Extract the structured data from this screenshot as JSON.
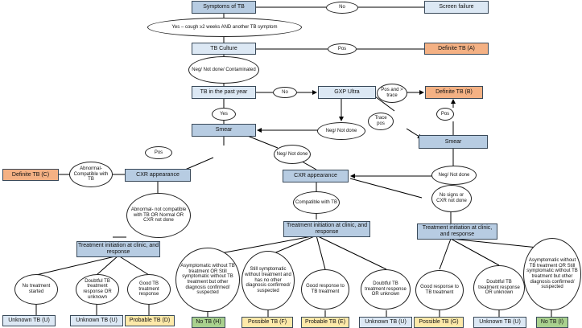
{
  "nodes": {
    "symptoms": "Symptoms of TB",
    "no_top": "No",
    "screen_failure": "Screen failure",
    "yes_cough": "Yes – cough ≥2 weeks AND another TB symptom",
    "tb_culture": "TB Culture",
    "pos_culture": "Pos",
    "definite_a": "Definite TB (A)",
    "neg_culture": "Neg/ Not done/ Contaminated",
    "tb_past_year": "TB in the past year",
    "no_mid": "No",
    "gxp_ultra": "GXP Ultra",
    "pos_trace": "Pos and > trace",
    "definite_b": "Definite TB (B)",
    "yes_mid": "Yes",
    "trace_pos": "Trace pos",
    "pos_small": "Pos",
    "neg_gxp": "Neg/ Not done",
    "smear_left": "Smear",
    "smear_right": "Smear",
    "pos_smear": "Pos",
    "neg_smear": "Neg/ Not done",
    "neg_smear_right": "Neg/ Not done",
    "definite_c": "Definite TB (C)",
    "abnormal_compat": "Abnormal- Compatible with TB",
    "cxr_left": "CXR appearance",
    "cxr_mid": "CXR appearance",
    "abnormal_not": "Abnormal- not compatible with TB OR Normal OR CXR not done",
    "compatible": "Compatible with TB",
    "no_signs": "No signs or CXR not done",
    "tx_left": "Treatment initiation at clinic, and response",
    "tx_mid": "Treatment initiation at clinic, and response",
    "tx_right": "Treatment initiation at clinic, and response",
    "no_treatment": "No treatment started",
    "doubtful_left": "Doubtful TB treatment response OR unknown",
    "good_left": "Good TB treatment response",
    "asymp_mid": "Asymptomatic without TB treatment OR Still symptomatic without TB treatment but other diagnosis confirmed/ suspected",
    "still_symp": "Still symptomatic without treatment and has no other diagnosis confirmed/ suspected",
    "good_mid": "Good response to TB treatment",
    "doubtful_mid": "Doubtful TB treatment response OR unknown",
    "good_right": "Good response to TB treatment",
    "doubtful_right": "Doubtful TB treatment response OR unknown",
    "asymp_right": "Asymptomatic without TB treatment OR Still symptomatic without TB treatment but other diagnosis confirmed/ suspected",
    "unknown_u1": "Unknown TB (U)",
    "unknown_u2": "Unknown TB (U)",
    "probable_d": "Probable TB (D)",
    "no_tb_h": "No TB (H)",
    "possible_f": "Possible TB (F)",
    "probable_e": "Probable TB (E)",
    "unknown_u3": "Unknown TB (U)",
    "possible_g": "Possible TB (G)",
    "unknown_u4": "Unknown TB (U)",
    "no_tb_i": "No TB (I)"
  },
  "colors": {
    "process": "#b7cce2",
    "light": "#dce8f4",
    "definite": "#f4b184",
    "probable_possible": "#fde9a9",
    "no_tb": "#a9d18e"
  }
}
